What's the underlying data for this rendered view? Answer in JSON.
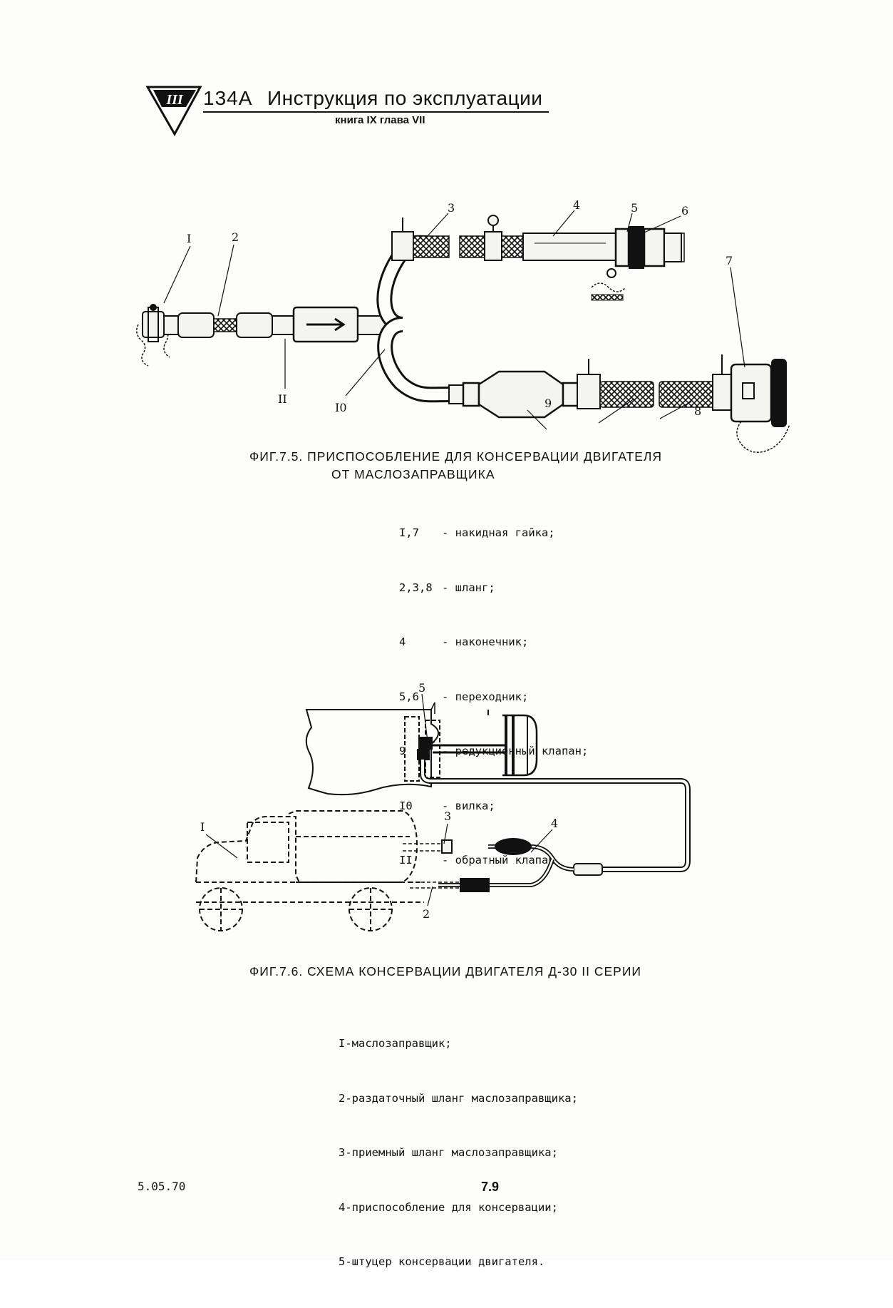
{
  "header": {
    "model": "134А",
    "title": "Инструкция по эксплуатации",
    "subtitle": "книга IX  глава VII"
  },
  "figure1": {
    "callouts": [
      "I",
      "2",
      "3",
      "4",
      "5",
      "6",
      "7",
      "8",
      "9",
      "I0",
      "II"
    ],
    "caption_line1": "ФИГ.7.5.   ПРИСПОСОБЛЕНИЕ  ДЛЯ  КОНСЕРВАЦИИ  ДВИГАТЕЛЯ",
    "caption_line2": "ОТ  МАСЛОЗАПРАВЩИКА",
    "legend": [
      {
        "num": "I,7",
        "text": "- накидная гайка;"
      },
      {
        "num": "2,3,8",
        "text": "- шланг;"
      },
      {
        "num": "4",
        "text": "- наконечник;"
      },
      {
        "num": "5,6",
        "text": "- переходник;"
      },
      {
        "num": "9",
        "text": "- редукционный клапан;"
      },
      {
        "num": "I0",
        "text": "- вилка;"
      },
      {
        "num": "II",
        "text": "- обратный клапан"
      }
    ]
  },
  "figure2": {
    "callouts": [
      "I",
      "2",
      "3",
      "4",
      "5"
    ],
    "caption": "ФИГ.7.6.   СХЕМА  КОНСЕРВАЦИИ  ДВИГАТЕЛЯ  Д-30 II СЕРИИ",
    "legend": [
      "I-маслозаправщик;",
      "2-раздаточный шланг маслозаправщика;",
      "3-приемный шланг маслозаправщика;",
      "4-приспособление для консервации;",
      "5-штуцер консервации двигателя."
    ]
  },
  "footer": {
    "date": "5.05.70",
    "page": "7.9"
  }
}
